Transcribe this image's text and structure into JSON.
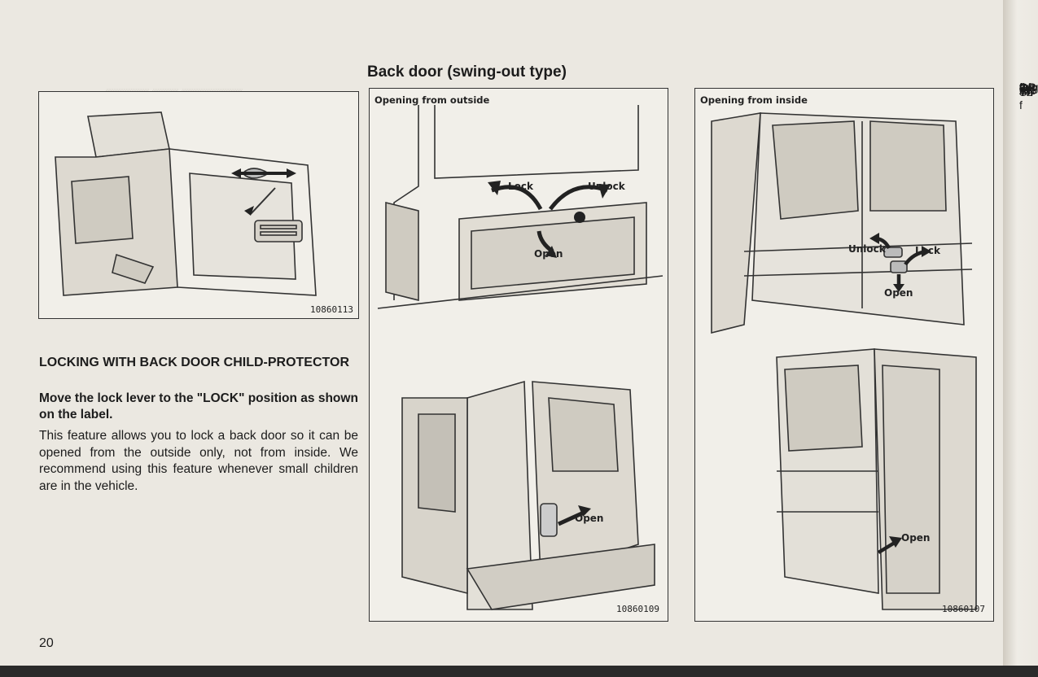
{
  "page_number": "20",
  "section_title": "Back door (swing-out type)",
  "locking": {
    "heading": "LOCKING WITH BACK DOOR CHILD-PROTECTOR",
    "instruction": "Move the lock lever to the \"LOCK\" position as shown on the label.",
    "body": "This feature allows you to lock a back door so it can be opened from the outside only, not from inside. We recommend using this feature whenever small children are in the vehicle."
  },
  "figures": {
    "child_lock": {
      "number": "10860113"
    },
    "outside": {
      "caption": "Opening from outside",
      "labels": {
        "lock": "Lock",
        "unlock": "Unlock",
        "open": "Open",
        "open_lower": "Open"
      },
      "number": "10860109"
    },
    "inside": {
      "caption": "Opening from inside",
      "labels": {
        "unlock": "Unlock",
        "lock": "Lock",
        "open": "Open",
        "open_lower": "Open"
      },
      "number": "10860107"
    }
  },
  "right_edge": {
    "lines": [
      "OP",
      "Th",
      "Se",
      "2 f",
      "gag",
      "Aft",
      "to",
      "Clo",
      "tur",
      "ful",
      "On",
      "the",
      "pov",
      "sec"
    ]
  }
}
